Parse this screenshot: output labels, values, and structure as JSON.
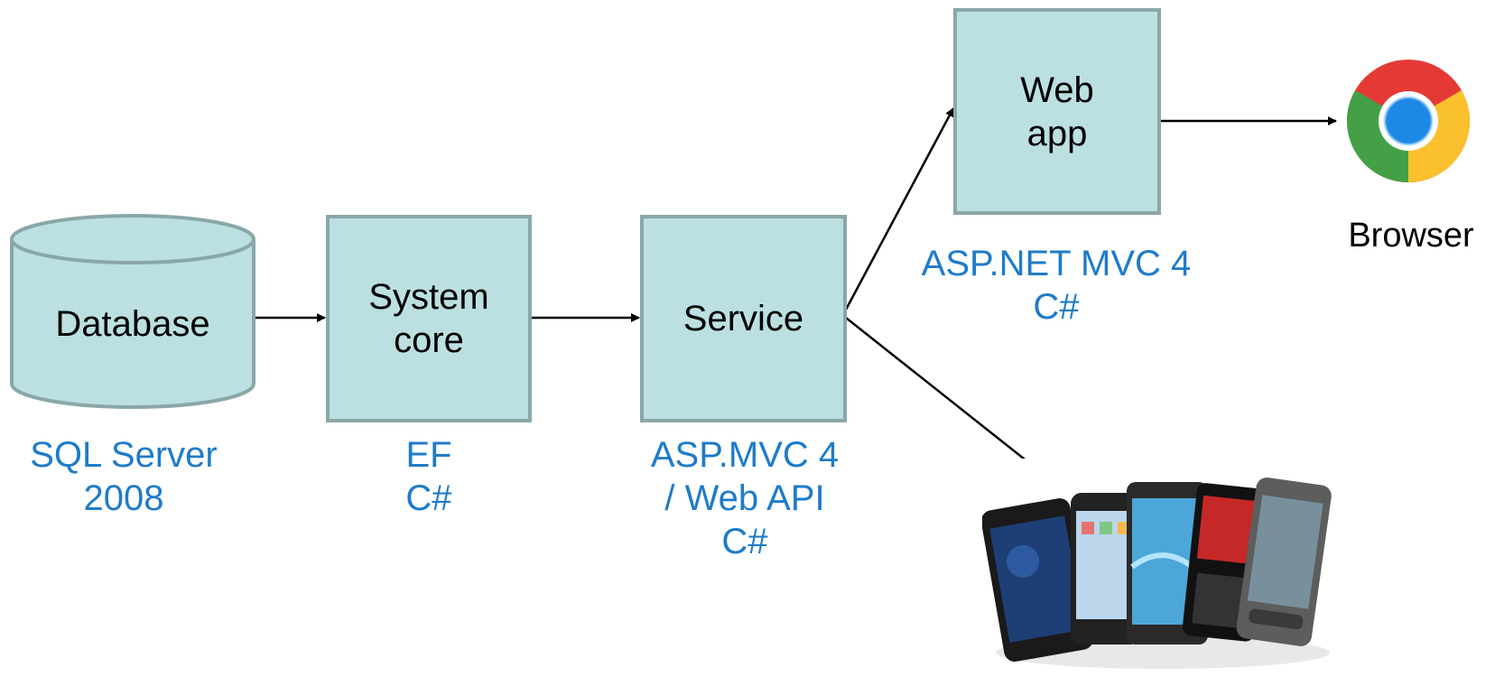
{
  "nodes": {
    "database": {
      "label": "Database"
    },
    "system_core": {
      "line1": "System",
      "line2": "core"
    },
    "service": {
      "label": "Service"
    },
    "web_app": {
      "line1": "Web",
      "line2": "app"
    },
    "browser": {
      "label": "Browser"
    }
  },
  "tech_labels": {
    "database": [
      "SQL Server",
      "2008"
    ],
    "system_core": [
      "EF",
      "C#"
    ],
    "service": [
      "ASP.MVC 4",
      "/ Web API",
      "C#"
    ],
    "web_app": [
      "ASP.NET MVC 4",
      "C#"
    ]
  },
  "colors": {
    "node_fill": "#bce0e2",
    "node_border": "#8aa7a8",
    "tech_text": "#1f7bc9",
    "arrow": "#000000"
  },
  "icons": {
    "browser": "chrome-logo",
    "mobile": "smartphones-photo"
  }
}
